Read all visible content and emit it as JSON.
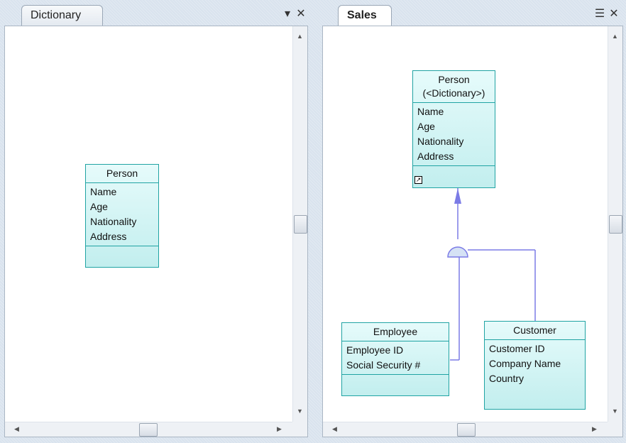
{
  "panels": {
    "dictionary": {
      "tab_label": "Dictionary",
      "menu_icon": "triangle-down-icon",
      "close_icon": "close-icon",
      "classes": [
        {
          "name": "Person",
          "attributes": [
            "Name",
            "Age",
            "Nationality",
            "Address"
          ]
        }
      ]
    },
    "sales": {
      "tab_label": "Sales",
      "menu_icon": "menu-dropdown-icon",
      "close_icon": "close-icon",
      "classes": [
        {
          "name": "Person",
          "subtitle": "(<Dictionary>)",
          "attributes": [
            "Name",
            "Age",
            "Nationality",
            "Address"
          ],
          "shortcut_icon": "shortcut-arrow-icon"
        },
        {
          "name": "Employee",
          "attributes": [
            "Employee ID",
            "Social Security #"
          ]
        },
        {
          "name": "Customer",
          "attributes": [
            "Customer ID",
            "Company Name",
            "Country"
          ]
        }
      ]
    }
  },
  "colors": {
    "class_border": "#20a3a3",
    "class_fill": "#c9f0f0",
    "link": "#7b7be6"
  }
}
